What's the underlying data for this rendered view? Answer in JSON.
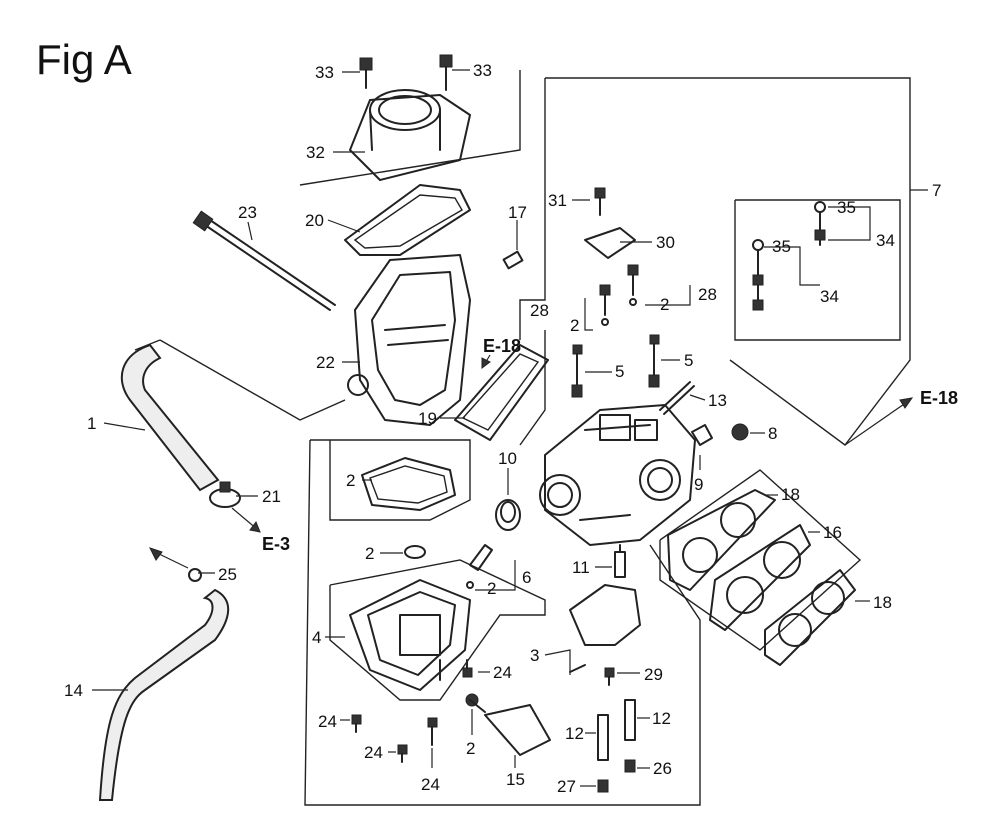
{
  "figure_title": "Fig A",
  "callouts": {
    "c33a": "33",
    "c33b": "33",
    "c32": "32",
    "c20": "20",
    "c23": "23",
    "c17": "17",
    "c22": "22",
    "c19": "19",
    "c1": "1",
    "c21": "21",
    "c31": "31",
    "c30": "30",
    "c28a": "28",
    "c2a": "2",
    "c28b": "28",
    "c2b": "2",
    "c5a": "5",
    "c5b": "5",
    "c13": "13",
    "c7": "7",
    "c35a": "35",
    "c34a": "34",
    "c35b": "35",
    "c34b": "34",
    "c8": "8",
    "c9": "9",
    "c10": "10",
    "c18a": "18",
    "c16": "16",
    "c18b": "18",
    "c2c": "2",
    "c2d": "2",
    "c6": "6",
    "c2e": "2",
    "c4": "4",
    "c11": "11",
    "c3": "3",
    "c29": "29",
    "c24a": "24",
    "c24b": "24",
    "c24c": "24",
    "c24d": "24",
    "c2f": "2",
    "c15": "15",
    "c12a": "12",
    "c12b": "12",
    "c26": "26",
    "c27": "27",
    "c25": "25",
    "c14": "14"
  },
  "references": {
    "e18_top": "E-18",
    "e18_right": "E-18",
    "e3": "E-3"
  }
}
